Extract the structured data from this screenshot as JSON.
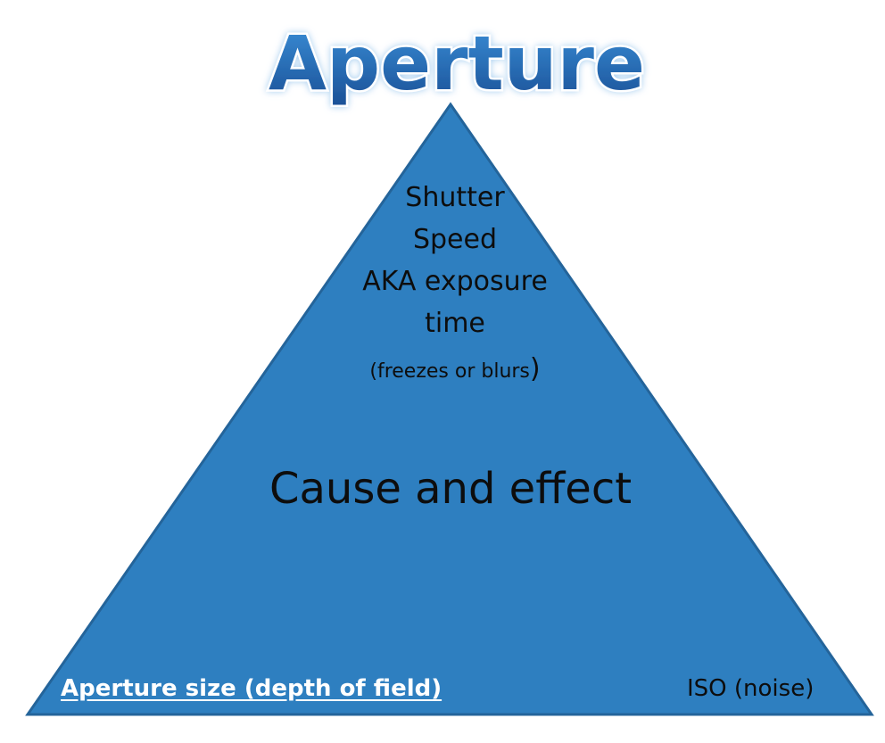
{
  "title": "Aperture",
  "triangle": {
    "top_lines": [
      "Shutter",
      "Speed",
      "AKA exposure",
      "time"
    ],
    "top_note": "(freezes or blurs",
    "top_note_close": ")",
    "center": "Cause and effect",
    "bottom_left": "Aperture size (depth of field)",
    "bottom_right": "ISO (noise)"
  },
  "colors": {
    "triangle_fill": "#2e7fc0",
    "triangle_stroke": "#24649a",
    "title_fill": "#1f5fa8",
    "title_outline": "#ffffff"
  }
}
